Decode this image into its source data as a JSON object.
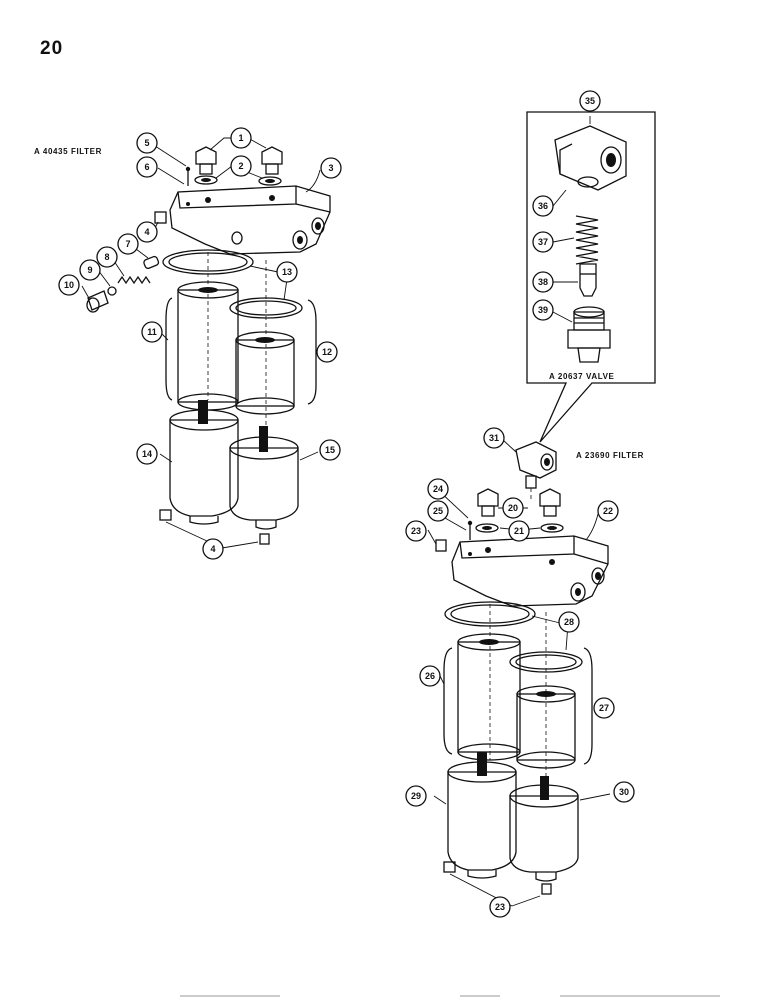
{
  "page": {
    "number": "20"
  },
  "captions": {
    "filter_a": "A 40435 FILTER",
    "filter_b": "A 23690 FILTER",
    "valve": "A 20637 VALVE"
  },
  "callouts": [
    "1",
    "2",
    "3",
    "4",
    "5",
    "6",
    "7",
    "8",
    "9",
    "10",
    "11",
    "12",
    "13",
    "14",
    "15",
    "20",
    "21",
    "22",
    "23",
    "24",
    "25",
    "26",
    "27",
    "28",
    "29",
    "30",
    "31",
    "35",
    "36",
    "37",
    "38",
    "39"
  ]
}
